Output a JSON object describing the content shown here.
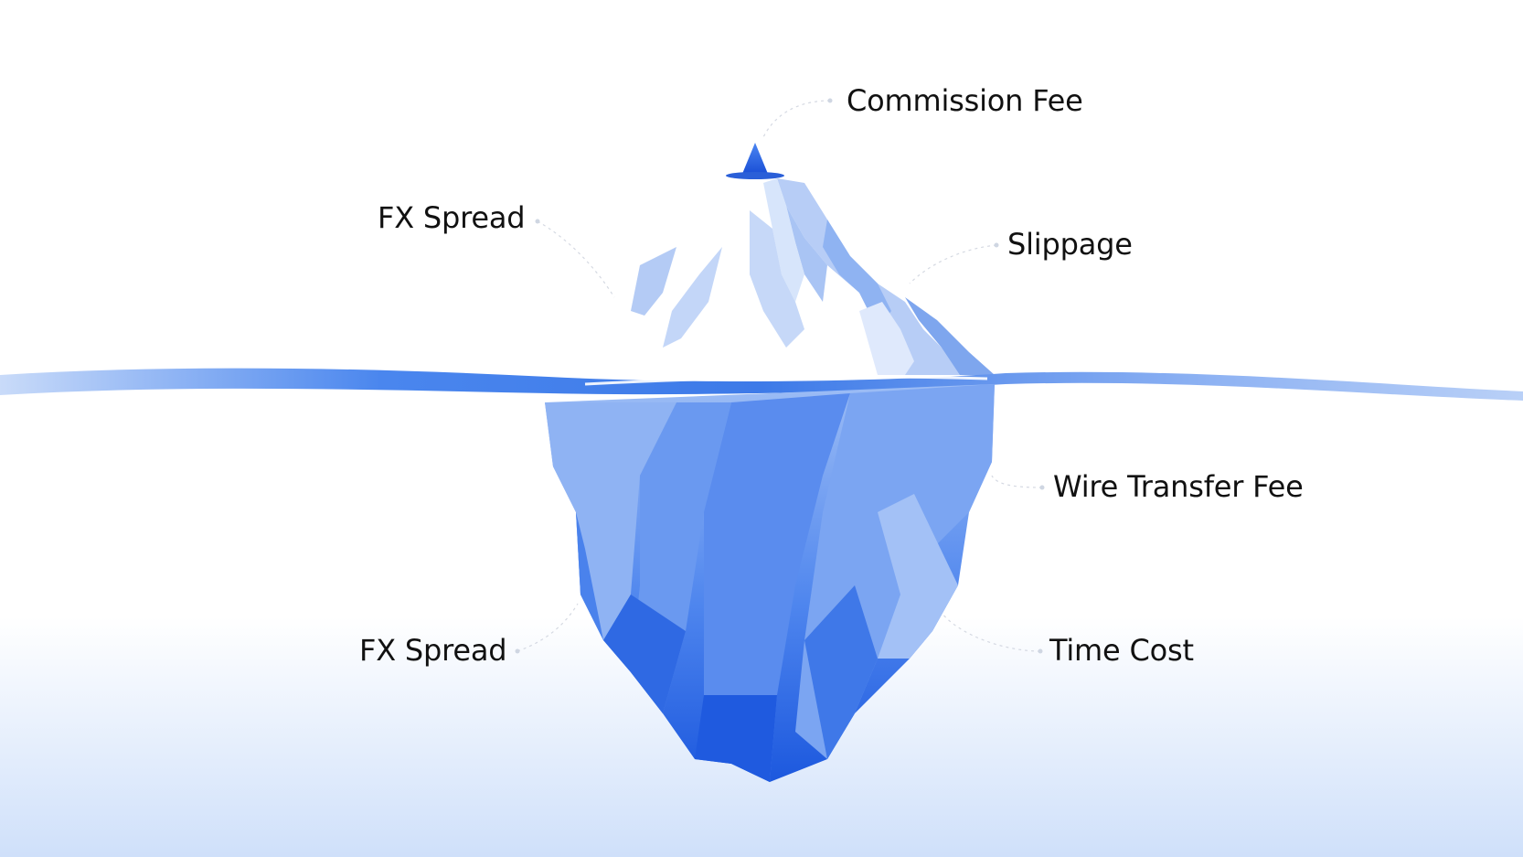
{
  "labels": {
    "commission_fee": "Commission Fee",
    "fx_spread_top": "FX Spread",
    "slippage": "Slippage",
    "wire_transfer_fee": "Wire Transfer Fee",
    "fx_spread_bottom": "FX Spread",
    "time_cost": "Time Cost"
  },
  "colors": {
    "deep_blue": "#1f5fe0",
    "mid_blue": "#5b8ff0",
    "light_blue": "#a9c6f7",
    "pale_blue": "#dbe7fb",
    "water_line": "#3f7fe8",
    "label_text": "#111111"
  }
}
